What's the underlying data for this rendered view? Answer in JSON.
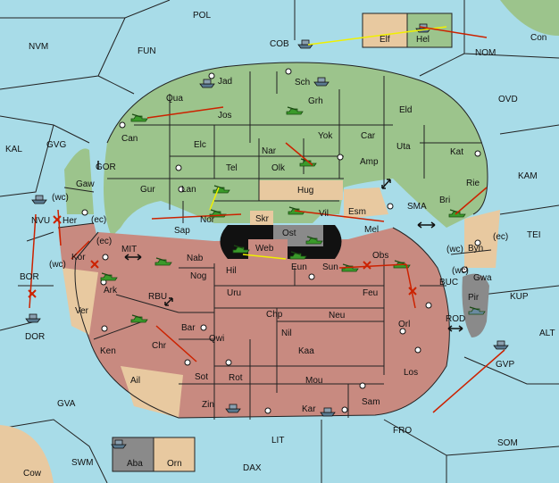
{
  "colors": {
    "sea": "#a8dce8",
    "green_power": "#9cc48c",
    "red_power": "#c88a80",
    "neutral": "#e8c9a0",
    "gray_power": "#8a8a8a",
    "order_red": "#cc2200",
    "order_yellow": "#f0f000"
  },
  "labels": {
    "pol": "POL",
    "nvm": "NVM",
    "fun": "FUN",
    "cob": "COB",
    "elf": "Elf",
    "hel": "Hel",
    "con": "Con",
    "nom": "NOM",
    "ovd": "OVD",
    "kal": "KAL",
    "gvg": "GVG",
    "kam": "KAM",
    "tei": "TEI",
    "jad": "Jad",
    "sch": "Sch",
    "qua": "Qua",
    "jos": "Jos",
    "grh": "Grh",
    "eld": "Eld",
    "can": "Can",
    "yok": "Yok",
    "car": "Car",
    "uta": "Uta",
    "kat": "Kat",
    "elc": "Elc",
    "nar": "Nar",
    "tel": "Tel",
    "olk": "Olk",
    "amp": "Amp",
    "gor": "GOR",
    "gaw": "Gaw",
    "gur": "Gur",
    "lan": "Lan",
    "hug": "Hug",
    "bri": "Bri",
    "rie": "Rie",
    "sma": "SMA",
    "esm": "Esm",
    "vil": "Vil",
    "mel": "Mel",
    "nor": "Nor",
    "sap": "Sap",
    "skr": "Skr",
    "ost": "Ost",
    "nvu": "NVU",
    "her": "Her",
    "wc1": "(wc)",
    "ec1": "(ec)",
    "byn": "Byn",
    "wc2": "(wc)",
    "ec2": "(ec)",
    "web": "Web",
    "eun": "Eun",
    "sun": "Sun",
    "obs": "Obs",
    "kor": "Kor",
    "ec3": "(ec)",
    "wc3": "(wc)",
    "mit": "MIT",
    "nab": "Nab",
    "hil": "Hil",
    "gwa": "Gwa",
    "wc4": "(wc)",
    "bor": "BOR",
    "ark": "Ark",
    "nog": "Nog",
    "uru": "Uru",
    "feu": "Feu",
    "buc": "BUC",
    "pir": "Pir",
    "kup": "KUP",
    "rbu": "RBU",
    "ver": "Ver",
    "chp": "Chp",
    "neu": "Neu",
    "orl": "Orl",
    "rod": "ROD",
    "dor": "DOR",
    "bar": "Bar",
    "qwi": "Qwi",
    "nil": "Nil",
    "alt": "ALT",
    "ken": "Ken",
    "chr": "Chr",
    "kaa": "Kaa",
    "gvp": "GVP",
    "sot": "Sot",
    "rot": "Rot",
    "los": "Los",
    "ail": "Ail",
    "mou": "Mou",
    "gva": "GVA",
    "zin": "Zin",
    "kar": "Kar",
    "sam": "Sam",
    "fro": "FRO",
    "lit": "LIT",
    "som": "SOM",
    "aba": "Aba",
    "orn": "Orn",
    "swm": "SWM",
    "dax": "DAX",
    "cow": "Cow"
  },
  "units": [
    {
      "kind": "fleet",
      "owner": "gray",
      "province": "COB"
    },
    {
      "kind": "fleet",
      "owner": "green",
      "province": "Hel"
    },
    {
      "kind": "fleet",
      "owner": "green",
      "province": "Jad"
    },
    {
      "kind": "fleet",
      "owner": "green",
      "province": "Sch"
    },
    {
      "kind": "army",
      "owner": "green",
      "province": "Grh"
    },
    {
      "kind": "army",
      "owner": "green",
      "province": "Can"
    },
    {
      "kind": "army",
      "owner": "green",
      "province": "Olk"
    },
    {
      "kind": "army",
      "owner": "green",
      "province": "Lan"
    },
    {
      "kind": "army",
      "owner": "green",
      "province": "Nor"
    },
    {
      "kind": "army",
      "owner": "green",
      "province": "Vil"
    },
    {
      "kind": "army",
      "owner": "green",
      "province": "Bri"
    },
    {
      "kind": "fleet",
      "owner": "gray",
      "province": "NVU"
    },
    {
      "kind": "army",
      "owner": "green",
      "province": "Ost"
    },
    {
      "kind": "army",
      "owner": "red",
      "province": "Web"
    },
    {
      "kind": "army",
      "owner": "red",
      "province": "Eun"
    },
    {
      "kind": "army",
      "owner": "red",
      "province": "Sun"
    },
    {
      "kind": "army",
      "owner": "red",
      "province": "Obs"
    },
    {
      "kind": "army",
      "owner": "red",
      "province": "Nab"
    },
    {
      "kind": "army",
      "owner": "red",
      "province": "Ark"
    },
    {
      "kind": "army",
      "owner": "red",
      "province": "Chr"
    },
    {
      "kind": "army",
      "owner": "gray",
      "province": "Pir"
    },
    {
      "kind": "fleet",
      "owner": "gray",
      "province": "DOR"
    },
    {
      "kind": "fleet",
      "owner": "gray",
      "province": "GVP"
    },
    {
      "kind": "fleet",
      "owner": "red",
      "province": "Zin"
    },
    {
      "kind": "fleet",
      "owner": "red",
      "province": "Kar"
    },
    {
      "kind": "fleet",
      "owner": "gray",
      "province": "Aba"
    }
  ]
}
